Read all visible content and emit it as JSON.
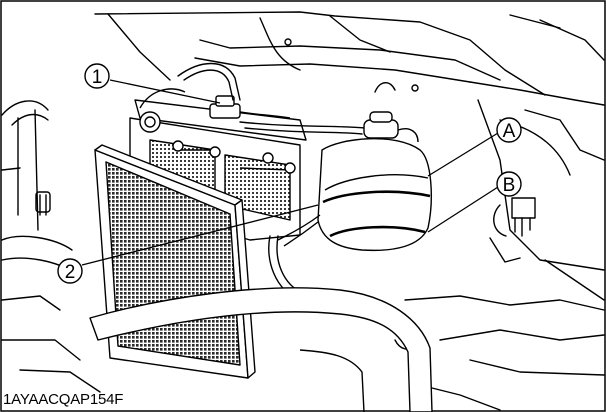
{
  "figure": {
    "figure_id": "1AYAACQAP154F",
    "callouts": {
      "c1": "1",
      "c2": "2",
      "cA": "A",
      "cB": "B"
    }
  }
}
